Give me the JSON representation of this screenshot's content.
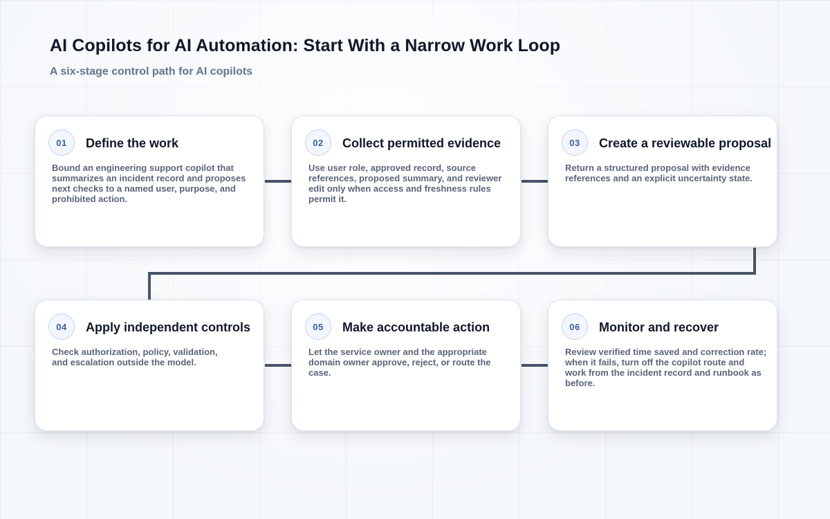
{
  "header": {
    "title": "AI Copilots for AI Automation: Start With a Narrow Work Loop",
    "subtitle": "A six-stage control path for AI copilots"
  },
  "stages": [
    {
      "number": "01",
      "title": "Define the work",
      "body": "Bound an engineering support copilot that summarizes an incident record and proposes next checks to a named user, purpose, and prohibited action."
    },
    {
      "number": "02",
      "title": "Collect permitted evidence",
      "body": "Use user role, approved record, source references, proposed summary, and reviewer edit only when access and freshness rules permit it."
    },
    {
      "number": "03",
      "title": "Create a reviewable proposal",
      "body": "Return a structured proposal with evidence references and an explicit uncertainty state."
    },
    {
      "number": "04",
      "title": "Apply independent controls",
      "body": "Check authorization, policy, validation, and escalation outside the model."
    },
    {
      "number": "05",
      "title": "Make accountable action",
      "body": "Let the service owner and the appropriate domain owner approve, reject, or route the case."
    },
    {
      "number": "06",
      "title": "Monitor and recover",
      "body": "Review verified time saved and correction rate; when it fails, turn off the copilot route and work from the incident record and runbook as before."
    }
  ],
  "colors": {
    "connector": "#475569",
    "badge_border": "#bfd3f2",
    "badge_text": "#3b5f9c",
    "title_text": "#111827",
    "body_text": "#5b6577"
  }
}
